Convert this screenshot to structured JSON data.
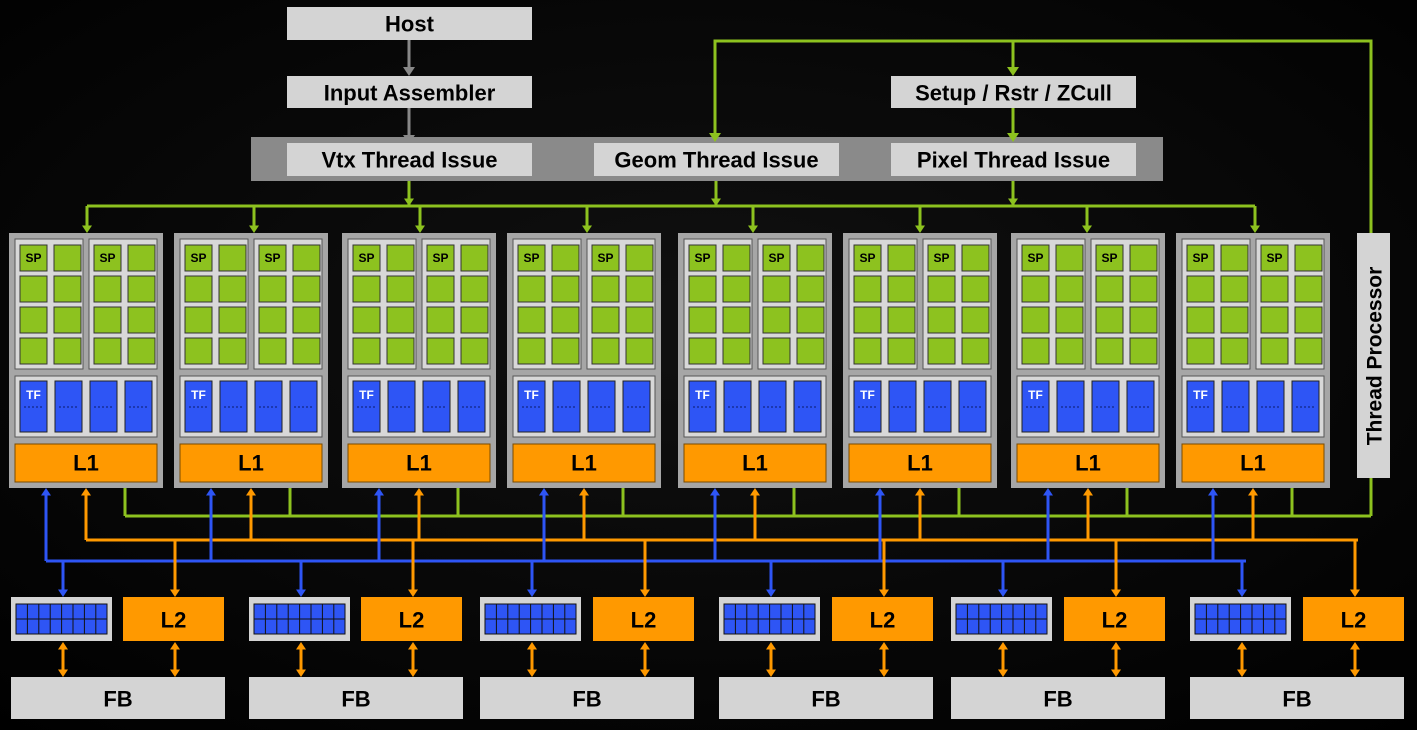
{
  "top_boxes": {
    "host": "Host",
    "input_assembler": "Input Assembler",
    "setup": "Setup / Rstr / ZCull"
  },
  "thread_issue": {
    "vtx": "Vtx Thread Issue",
    "geom": "Geom Thread Issue",
    "pixel": "Pixel Thread Issue"
  },
  "thread_processor": "Thread Processor",
  "cluster": {
    "sp_label": "SP",
    "tf_label": "TF",
    "l1_label": "L1",
    "count": 8
  },
  "memory": {
    "l2_label": "L2",
    "fb_label": "FB",
    "count": 6
  },
  "colors": {
    "background": "#000000",
    "box_gray": "#d4d4d4",
    "issue_bar": "#8a8a8a",
    "cluster_frame": "#a6a6a6",
    "sp_green": "#8dc21f",
    "tf_blue": "#2e55f5",
    "l1_orange": "#ff9900",
    "green_line": "#8dc21f",
    "gray_arrow": "#888888"
  }
}
